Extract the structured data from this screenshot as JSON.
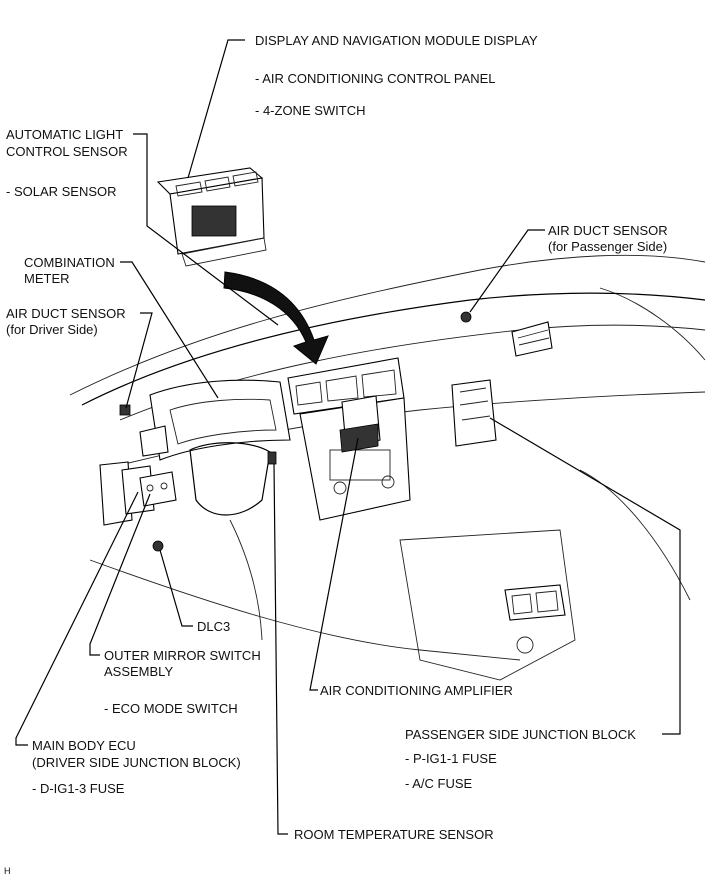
{
  "labels": {
    "display_nav": "DISPLAY AND NAVIGATION MODULE DISPLAY",
    "ac_control_panel": "- AIR CONDITIONING CONTROL PANEL",
    "four_zone_switch": "- 4-ZONE SWITCH",
    "auto_light_line1": "AUTOMATIC LIGHT",
    "auto_light_line2": "CONTROL SENSOR",
    "solar_sensor": "- SOLAR SENSOR",
    "air_duct_pass_line1": "AIR DUCT SENSOR",
    "air_duct_pass_line2": "(for Passenger Side)",
    "combination_line1": "COMBINATION",
    "combination_line2": "METER",
    "air_duct_driver_line1": "AIR DUCT SENSOR",
    "air_duct_driver_line2": "(for Driver Side)",
    "dlc3": "DLC3",
    "outer_mirror_line1": "OUTER MIRROR SWITCH",
    "outer_mirror_line2": "ASSEMBLY",
    "eco_mode": "- ECO MODE SWITCH",
    "ac_amplifier": "AIR CONDITIONING AMPLIFIER",
    "main_body_line1": "MAIN BODY ECU",
    "main_body_line2": "(DRIVER SIDE JUNCTION BLOCK)",
    "d_ig1_3": "- D-IG1-3 FUSE",
    "passenger_jb": "PASSENGER SIDE JUNCTION BLOCK",
    "p_ig1_1": "- P-IG1-1 FUSE",
    "ac_fuse": "- A/C FUSE",
    "room_temp": "ROOM TEMPERATURE SENSOR",
    "corner_mark": "H"
  },
  "colors": {
    "ink": "#111111",
    "background": "#ffffff"
  }
}
